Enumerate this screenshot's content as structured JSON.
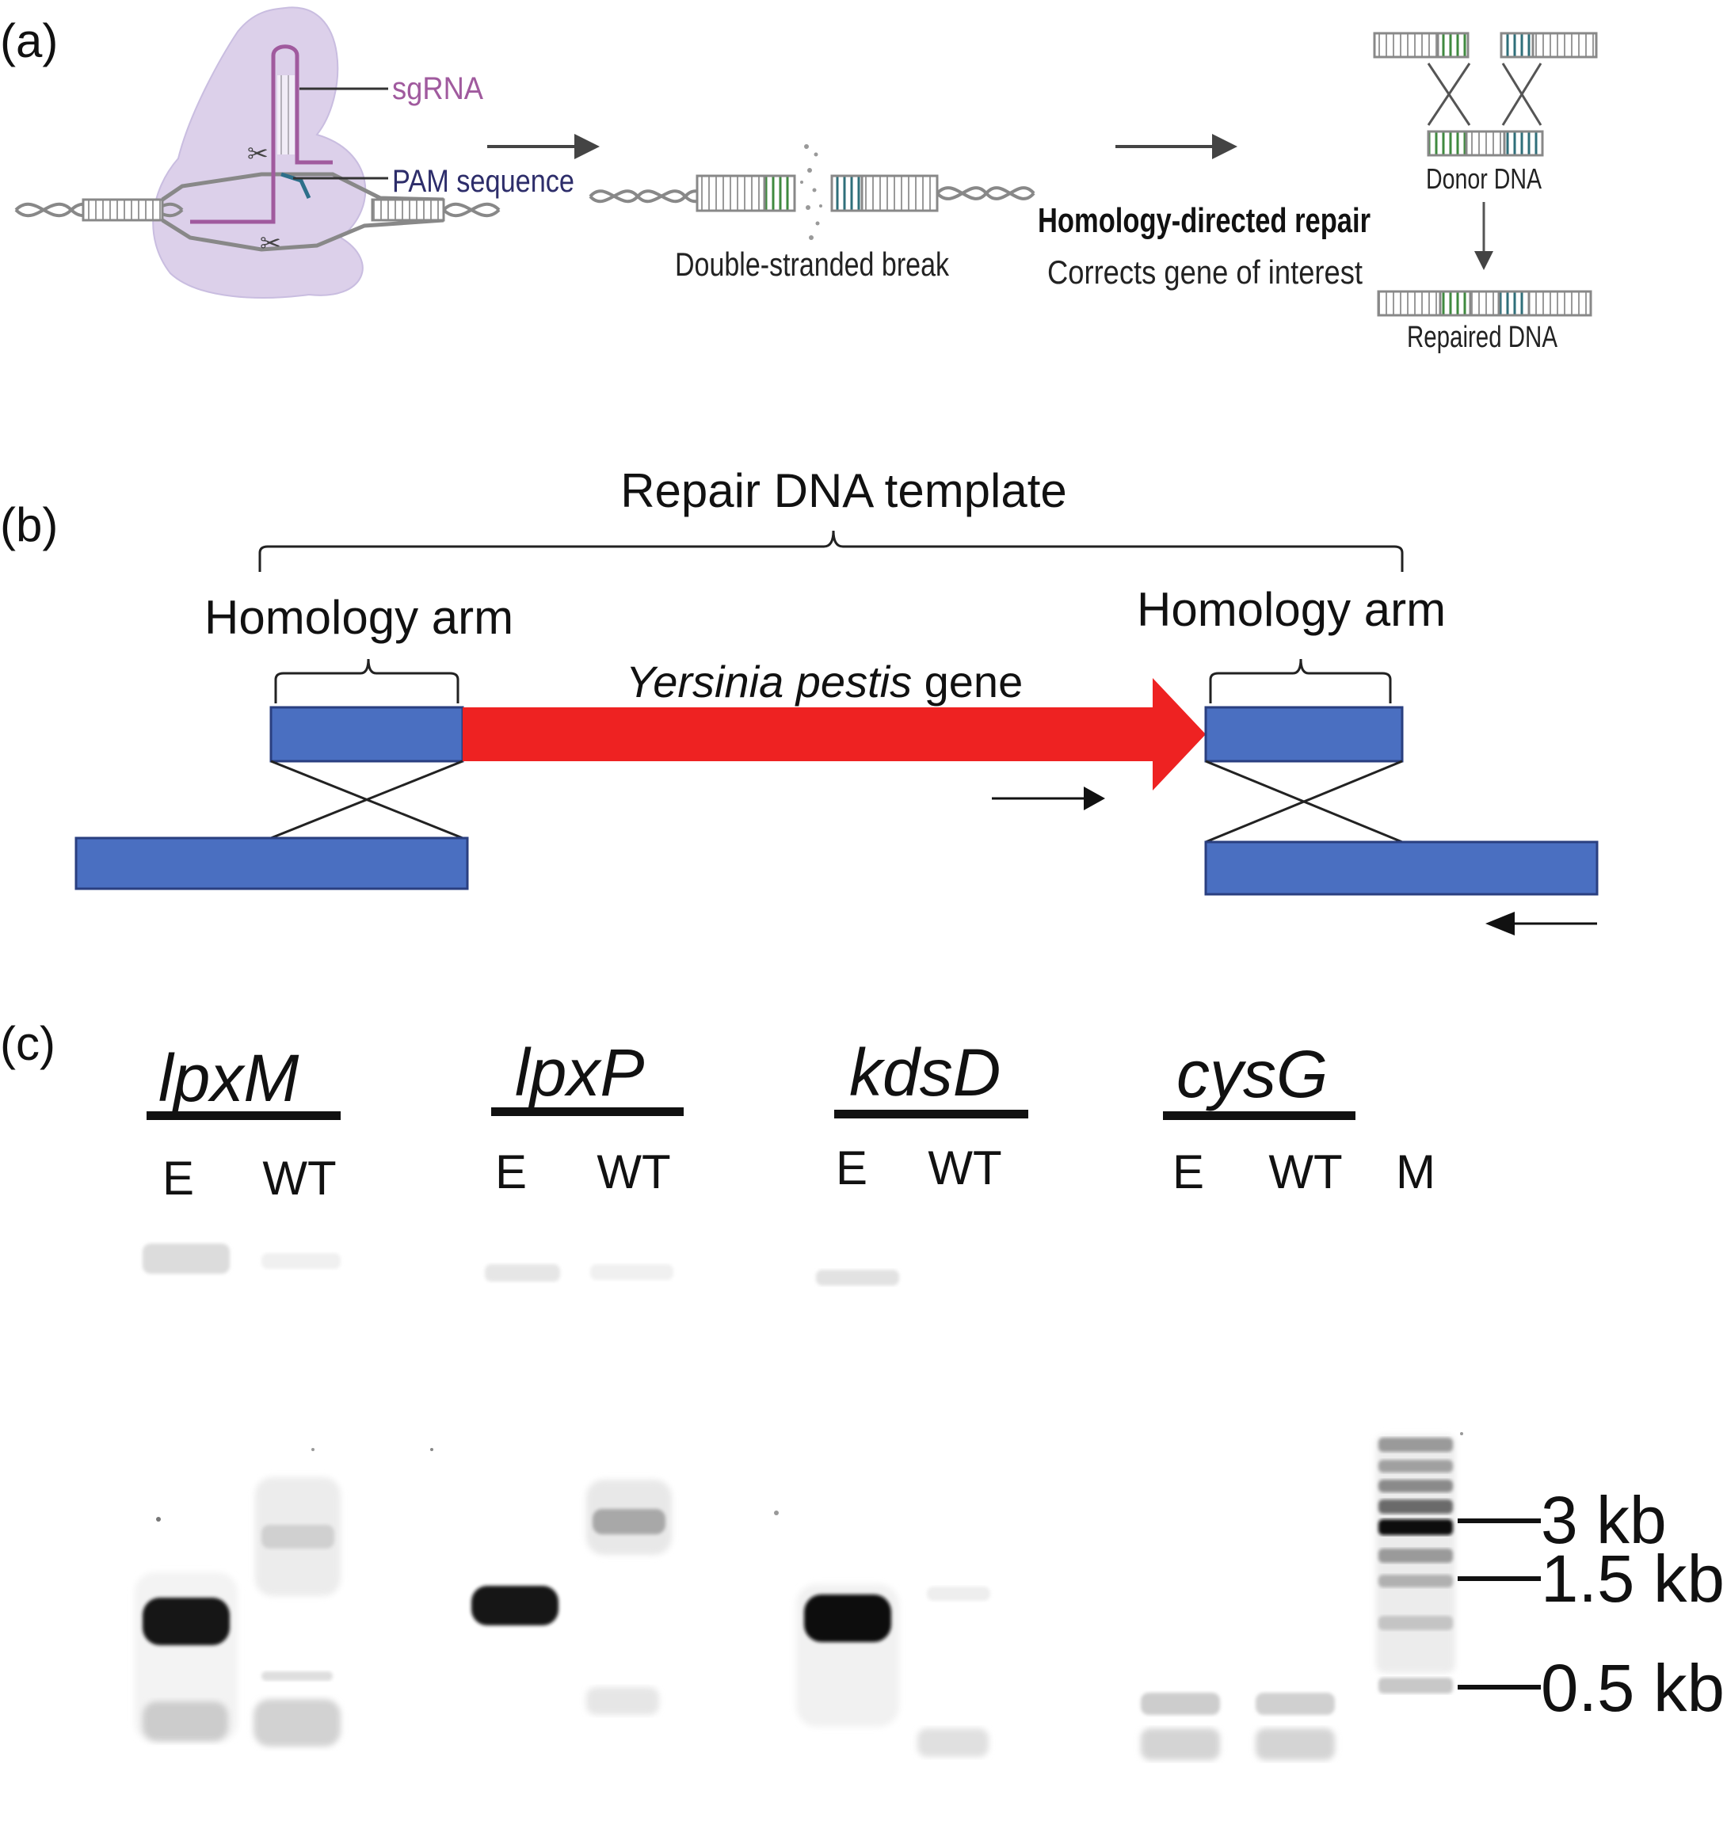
{
  "panels": {
    "a": {
      "label": "(a)",
      "sgrna": "sgRNA",
      "pam": "PAM sequence",
      "dsb": "Double-stranded break",
      "hdr_title": "Homology-directed repair",
      "hdr_sub": "Corrects gene of interest",
      "donor": "Donor DNA",
      "repaired": "Repaired DNA"
    },
    "b": {
      "label": "(b)",
      "template": "Repair DNA template",
      "arm_left": "Homology arm",
      "arm_right": "Homology arm",
      "gene_italic": "Yersinia pestis",
      "gene_rest": " gene"
    },
    "c": {
      "label": "(c)",
      "genes": [
        "lpxM",
        "lpxP",
        "kdsD",
        "cysG"
      ],
      "lanes": [
        "E",
        "WT",
        "E",
        "WT",
        "E",
        "WT",
        "E",
        "WT",
        "M"
      ],
      "markers": [
        "3 kb",
        "1.5 kb",
        "0.5 kb"
      ]
    }
  },
  "colors": {
    "blue": "#4a6fc1",
    "red": "#ee2222",
    "sgrna": "#a05a9e",
    "pam": "#2d2d6a",
    "cas9": "#d6c8e6"
  }
}
